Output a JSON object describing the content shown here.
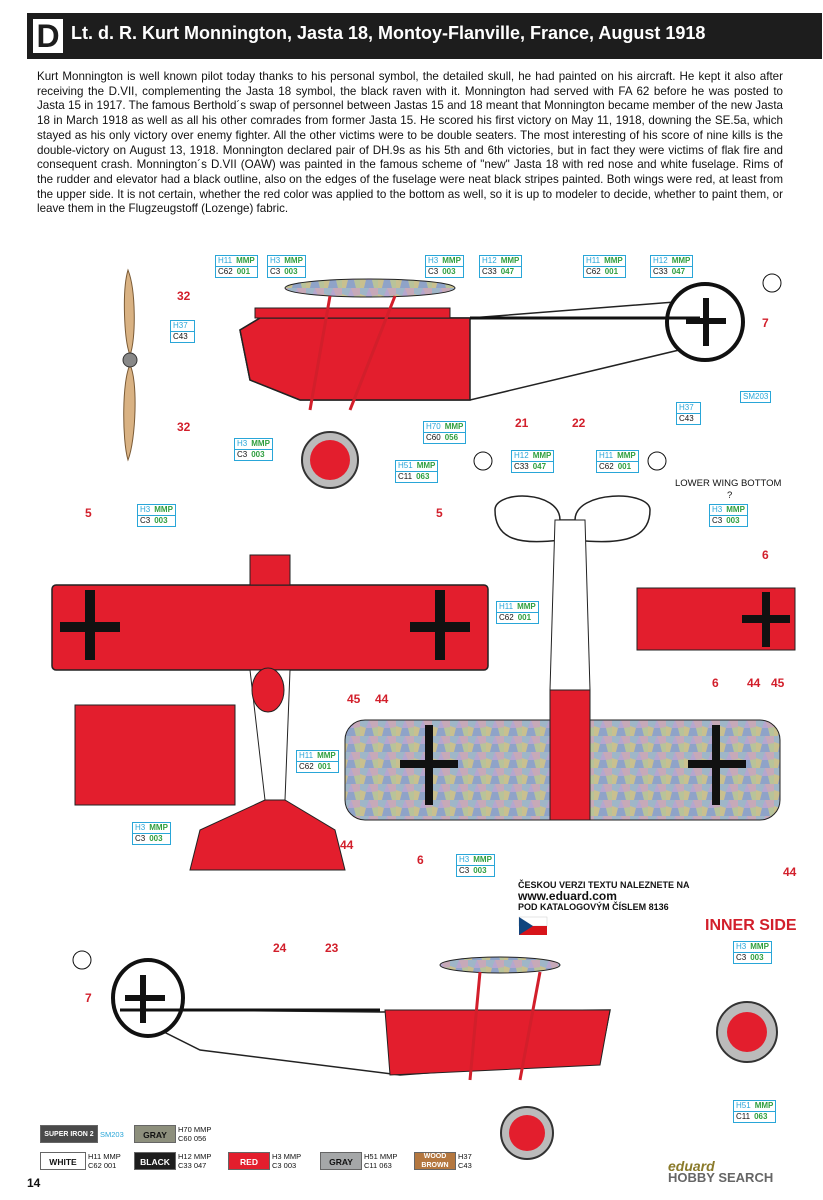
{
  "header": {
    "letter": "D",
    "title": "Lt. d. R. Kurt Monnington, Jasta 18, Montoy-Flanville, France, August 1918"
  },
  "intro": "Kurt Monnington is well known pilot today thanks to his personal symbol, the detailed skull, he had painted on his aircraft. He kept it also after receiving the D.VII, complementing the Jasta 18 symbol, the black raven with it. Monnington had served with FA 62 before he was posted to Jasta 15 in 1917. The famous Berthold´s swap of personnel between Jastas 15 and 18 meant that Monnington became member of the new Jasta 18 in March 1918 as well as all his other comrades from former Jasta 15. He scored his first victory on May 11, 1918, downing the SE.5a, which stayed as his only victory over enemy fighter. All the other victims were to be double seaters. The most interesting of his score of nine kills is the double-victory on August 13, 1918. Monnington declared pair of DH.9s as his 5th and 6th victories, but in fact they were victims of flak fire and consequent crash. Monnington´s D.VII (OAW) was painted in the famous scheme of \"new\" Jasta 18 with red nose and white fuselage. Rims of the rudder and elevator had a black outline, also on the edges of the fuselage were neat black stripes painted. Both wings were red, at least from the upper side. It is not certain, whether the red color was applied to the bottom as well, so it is up to modeler to decide, whether to paint them, or leave them in the Flugzeugstoff (Lozenge) fabric.",
  "callouts": [
    {
      "h": "H11",
      "m": "MMP",
      "c": "C62",
      "mv": "001"
    },
    {
      "h": "H3",
      "m": "MMP",
      "c": "C3",
      "mv": "003"
    },
    {
      "h": "H3",
      "m": "MMP",
      "c": "C3",
      "mv": "003"
    },
    {
      "h": "H12",
      "m": "MMP",
      "c": "C33",
      "mv": "047"
    },
    {
      "h": "H11",
      "m": "MMP",
      "c": "C62",
      "mv": "001"
    },
    {
      "h": "H12",
      "m": "MMP",
      "c": "C33",
      "mv": "047"
    },
    {
      "h": "H37",
      "m": "",
      "c": "C43",
      "mv": ""
    },
    {
      "h": "H70",
      "m": "MMP",
      "c": "C60",
      "mv": "056"
    },
    {
      "h": "H3",
      "m": "MMP",
      "c": "C3",
      "mv": "003"
    },
    {
      "h": "H51",
      "m": "MMP",
      "c": "C11",
      "mv": "063"
    },
    {
      "h": "H37",
      "m": "",
      "c": "C43",
      "mv": ""
    },
    {
      "h": "H3",
      "m": "MMP",
      "c": "C3",
      "mv": "003"
    },
    {
      "h": "H12",
      "m": "MMP",
      "c": "C33",
      "mv": "047"
    },
    {
      "h": "H11",
      "m": "MMP",
      "c": "C62",
      "mv": "001"
    },
    {
      "h": "H3",
      "m": "MMP",
      "c": "C3",
      "mv": "003"
    },
    {
      "h": "H11",
      "m": "MMP",
      "c": "C62",
      "mv": "001"
    },
    {
      "h": "H11",
      "m": "MMP",
      "c": "C62",
      "mv": "001"
    },
    {
      "h": "H3",
      "m": "MMP",
      "c": "C3",
      "mv": "003"
    },
    {
      "h": "H3",
      "m": "MMP",
      "c": "C3",
      "mv": "003"
    },
    {
      "h": "H3",
      "m": "MMP",
      "c": "C3",
      "mv": "003"
    },
    {
      "h": "H51",
      "m": "MMP",
      "c": "C11",
      "mv": "063"
    }
  ],
  "sm_label": "SM203",
  "numbers": [
    "32",
    "32",
    "7",
    "21",
    "22",
    "5",
    "5",
    "6",
    "45",
    "44",
    "6",
    "44",
    "45",
    "44",
    "6",
    "44",
    "24",
    "23",
    "7"
  ],
  "lower_wing_label": "LOWER WING BOTTOM",
  "lower_wing_q": "?",
  "inner_side": "INNER SIDE",
  "czech_note": {
    "line1": "ČESKOU VERZI TEXTU NALEZNETE NA",
    "url": "www.eduard.com",
    "line3": "POD KATALOGOVÝM ČÍSLEM 8136"
  },
  "legend": [
    {
      "name": "SUPER IRON 2",
      "codes1": "SM203",
      "codes2": "",
      "bg": "#4a4a4a",
      "fg": "#ffffff"
    },
    {
      "name": "GRAY",
      "codes1": "H70 MMP",
      "codes2": "C60 056",
      "bg": "#8d8f7c",
      "fg": "#111111"
    },
    {
      "name": "WHITE",
      "codes1": "H11 MMP",
      "codes2": "C62 001",
      "bg": "#ffffff",
      "fg": "#111111"
    },
    {
      "name": "BLACK",
      "codes1": "H12 MMP",
      "codes2": "C33 047",
      "bg": "#1d1d1d",
      "fg": "#ffffff"
    },
    {
      "name": "RED",
      "codes1": "H3 MMP",
      "codes2": "C3 003",
      "bg": "#e31e2d",
      "fg": "#ffffff"
    },
    {
      "name": "GRAY",
      "codes1": "H51 MMP",
      "codes2": "C11 063",
      "bg": "#a5a7a8",
      "fg": "#111111"
    },
    {
      "name": "WOOD BROWN",
      "codes1": "H37",
      "codes2": "C43",
      "bg": "#b4773f",
      "fg": "#ffffff"
    }
  ],
  "page_number": "14",
  "brand_eduard": "eduard",
  "brand_hobby": "HOBBY SEARCH",
  "colors": {
    "red": "#e31e2d",
    "white": "#ffffff",
    "black": "#1d1d1d",
    "wood": "#d9b283",
    "lozenge": "#b9a7c9"
  }
}
